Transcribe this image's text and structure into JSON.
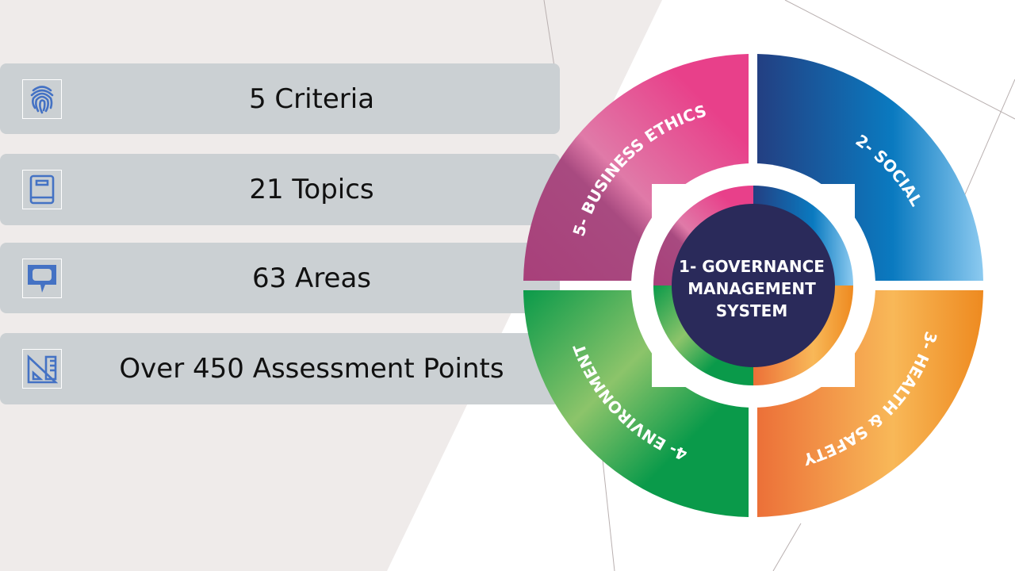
{
  "stats": [
    {
      "label": "5 Criteria",
      "icon": "fingerprint-icon"
    },
    {
      "label": "21 Topics",
      "icon": "book-icon"
    },
    {
      "label": "63 Areas",
      "icon": "speech-bubble-icon"
    },
    {
      "label": "Over 450 Assessment Points",
      "icon": "ruler-triangle-icon"
    }
  ],
  "wheel": {
    "center": [
      "1- GOVERNANCE",
      "MANAGEMENT",
      "SYSTEM"
    ],
    "segments": [
      {
        "label": "2- SOCIAL",
        "color": "#0a7ac0"
      },
      {
        "label": "3- HEALTH & SAFETY",
        "color": "#f08a30"
      },
      {
        "label": "4- ENVIRONMENT",
        "color": "#0a9a4a"
      },
      {
        "label": "5- BUSINESS ETHICS",
        "color": "#e8408a"
      }
    ],
    "center_color": "#2a2a5a"
  },
  "colors": {
    "icon": "#4472c4",
    "card": "#cbd0d3",
    "background": "#efebea"
  }
}
